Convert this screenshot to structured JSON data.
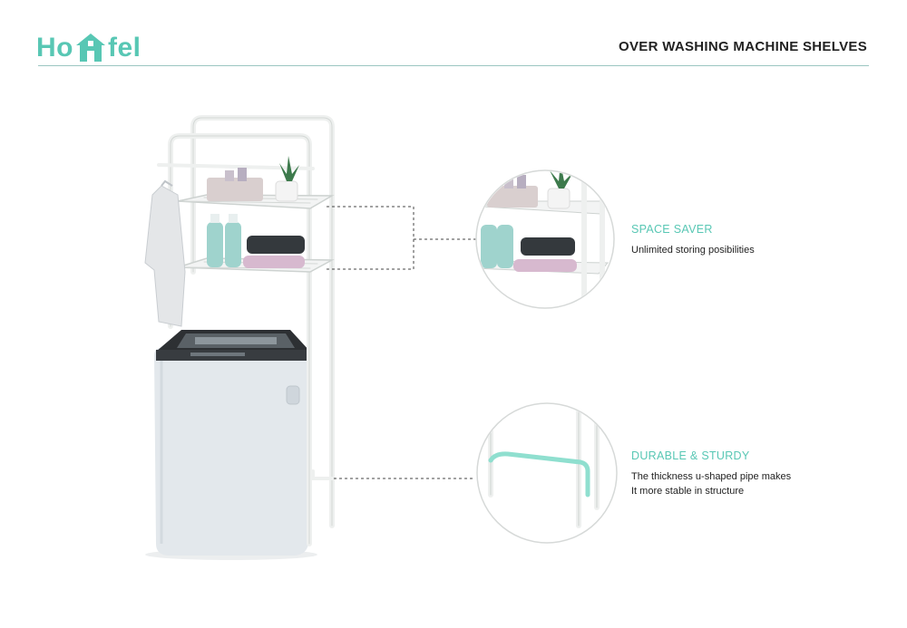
{
  "brand": {
    "logo_left": "Ho",
    "logo_right": "fel",
    "color": "#58c7b4"
  },
  "header": {
    "title": "OVER WASHING MACHINE SHELVES"
  },
  "features": [
    {
      "title": "SPACE SAVER",
      "lines": [
        "Unlimited storing posibilities"
      ]
    },
    {
      "title": "DURABLE & STURDY",
      "lines": [
        "The thickness u-shaped pipe makes",
        "It more stable in structure"
      ]
    }
  ],
  "colors": {
    "accent": "#58c7b4",
    "rule": "#9cc6c2",
    "shelf": "#eef0ef",
    "washer": "#e3e8ec",
    "lid": "#2d3033"
  }
}
